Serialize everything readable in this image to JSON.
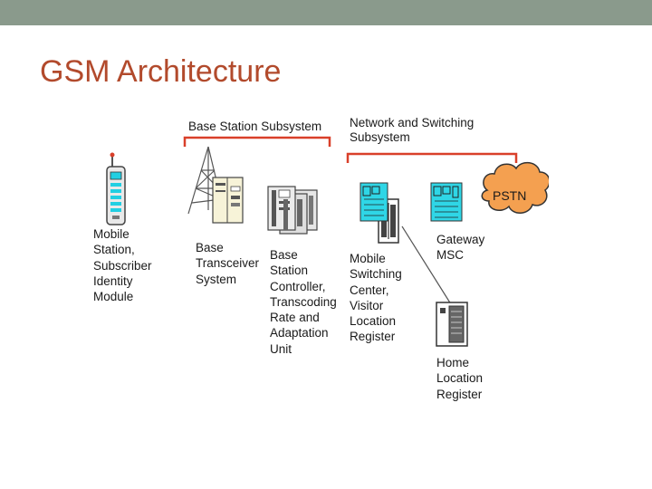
{
  "slide": {
    "title": "GSM Architecture"
  },
  "diagram": {
    "groups": {
      "bss": "Base Station Subsystem",
      "nss": "Network and Switching\nSubsystem"
    },
    "nodes": {
      "ms": "Mobile\nStation,\nSubscriber\nIdentity\nModule",
      "bts": "Base\nTransceiver\nSystem",
      "bsc": "Base\nStation\nController,\nTranscoding\nRate and\nAdaptation\nUnit",
      "msc": "Mobile\nSwitching\nCenter,\nVisitor\nLocation\nRegister",
      "gmsc": "Gateway\nMSC",
      "hlr": "Home\nLocation\nRegister",
      "pstn": "PSTN"
    },
    "colors": {
      "bracket": "#d9402a",
      "equipment_cyan": "#2fd6e6",
      "title": "#b24a2c",
      "topbar": "#8a9a8c",
      "cloud": "#f4a050"
    }
  }
}
